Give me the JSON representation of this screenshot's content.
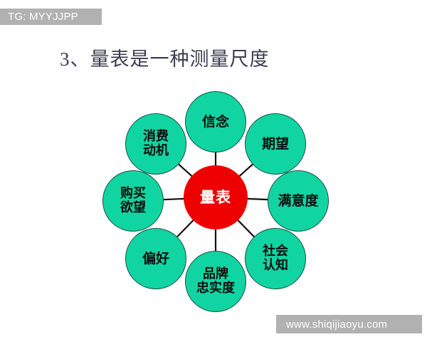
{
  "watermarks": {
    "top_left": "TG: MYYJJPP",
    "bottom_right": "www.shiqijiaoyu.com"
  },
  "title": "3、量表是一种测量尺度",
  "colors": {
    "hub_fill": "#ee0000",
    "hub_text": "#ffffff",
    "satellite_fill": "#10d5a2",
    "satellite_stroke": "#1b4f42",
    "satellite_text": "#0d0d0d",
    "spoke": "#111111",
    "title_text": "#3c3c50",
    "watermark_bg": "#b1b1b1",
    "watermark_text": "#ffffff",
    "background": "#ffffff"
  },
  "diagram": {
    "type": "hub-and-spoke",
    "hub": {
      "label": "量表",
      "position": "center"
    },
    "satellites": [
      {
        "label": "信念",
        "position": "top"
      },
      {
        "label": "期望",
        "position": "top-right"
      },
      {
        "label": "满意度",
        "position": "right"
      },
      {
        "label": "社会\n认知",
        "position": "bottom-right"
      },
      {
        "label": "品牌\n忠实度",
        "position": "bottom"
      },
      {
        "label": "偏好",
        "position": "bottom-left"
      },
      {
        "label": "购买\n欲望",
        "position": "left"
      },
      {
        "label": "消费\n动机",
        "position": "top-left"
      }
    ]
  }
}
